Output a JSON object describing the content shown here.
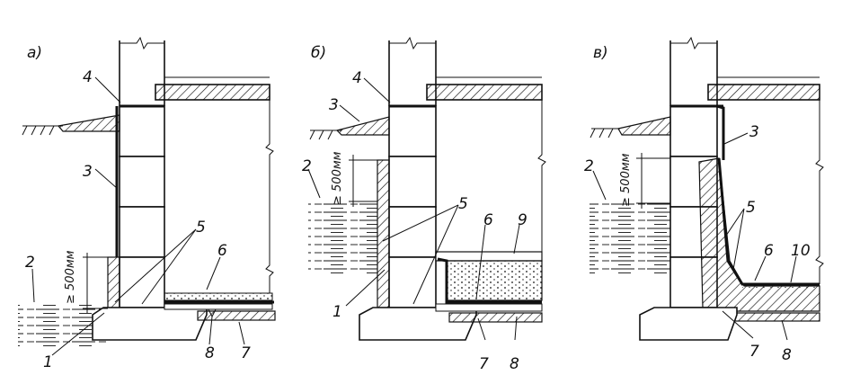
{
  "diagrams": [
    {
      "variant": "а)",
      "dimension": "≥ 500мм",
      "callouts": {
        "c1": "1",
        "c2": "2",
        "c3": "3",
        "c4": "4",
        "c5": "5",
        "c6": "6",
        "c7": "7",
        "c8": "8"
      }
    },
    {
      "variant": "б)",
      "dimension": "≥ 500мм",
      "callouts": {
        "c1": "1",
        "c2": "2",
        "c3": "3",
        "c4": "4",
        "c5": "5",
        "c6": "6",
        "c7": "7",
        "c8": "8",
        "c9": "9"
      }
    },
    {
      "variant": "в)",
      "dimension": "≥ 500мм",
      "callouts": {
        "c2": "2",
        "c3": "3",
        "c5": "5",
        "c6": "6",
        "c7": "7",
        "c8": "8",
        "c10": "10"
      }
    }
  ]
}
